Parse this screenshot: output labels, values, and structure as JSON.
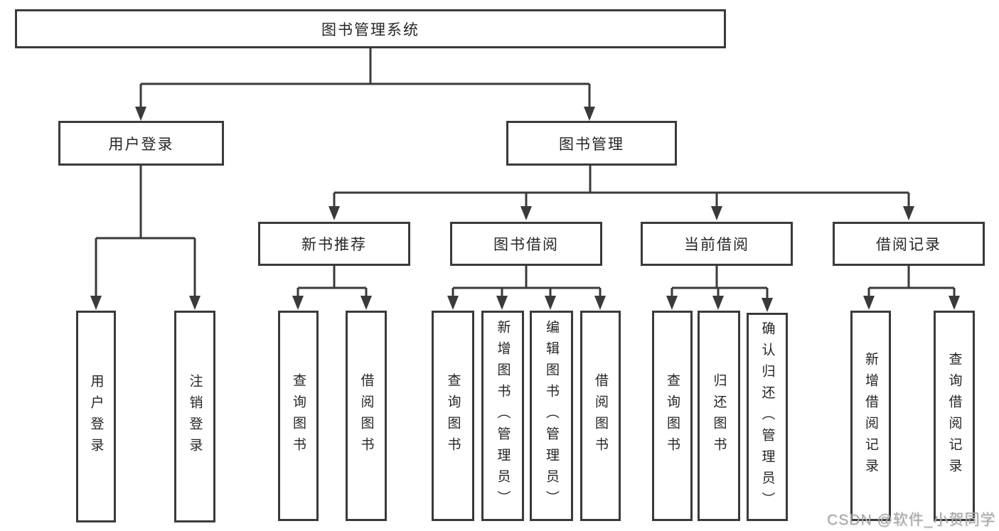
{
  "diagram": {
    "root": "图书管理系统",
    "level2": {
      "user_login": "用户登录",
      "book_mgmt": "图书管理"
    },
    "level3": {
      "new_book_rec": "新书推荐",
      "book_borrow": "图书借阅",
      "current_borrow": "当前借阅",
      "borrow_record": "借阅记录"
    },
    "leaves": {
      "user_login": "用户登录",
      "logout": "注销登录",
      "query_book_1": "查询图书",
      "borrow_book_1": "借阅图书",
      "query_book_2": "查询图书",
      "add_book_admin": "新增图书（管理员）",
      "edit_book_admin": "编辑图书（管理员）",
      "borrow_book_2": "借阅图书",
      "query_book_3": "查询图书",
      "return_book": "归还图书",
      "confirm_return_admin": "确认归还（管理员）",
      "add_borrow_record": "新增借阅记录",
      "query_borrow_record": "查询借阅记录"
    },
    "watermark": "CSDN @软件_小贺同学",
    "colors": {
      "line": "#3a3a3a",
      "text": "#262626",
      "watermark": "#a9a9a9",
      "background": "#ffffff"
    }
  }
}
